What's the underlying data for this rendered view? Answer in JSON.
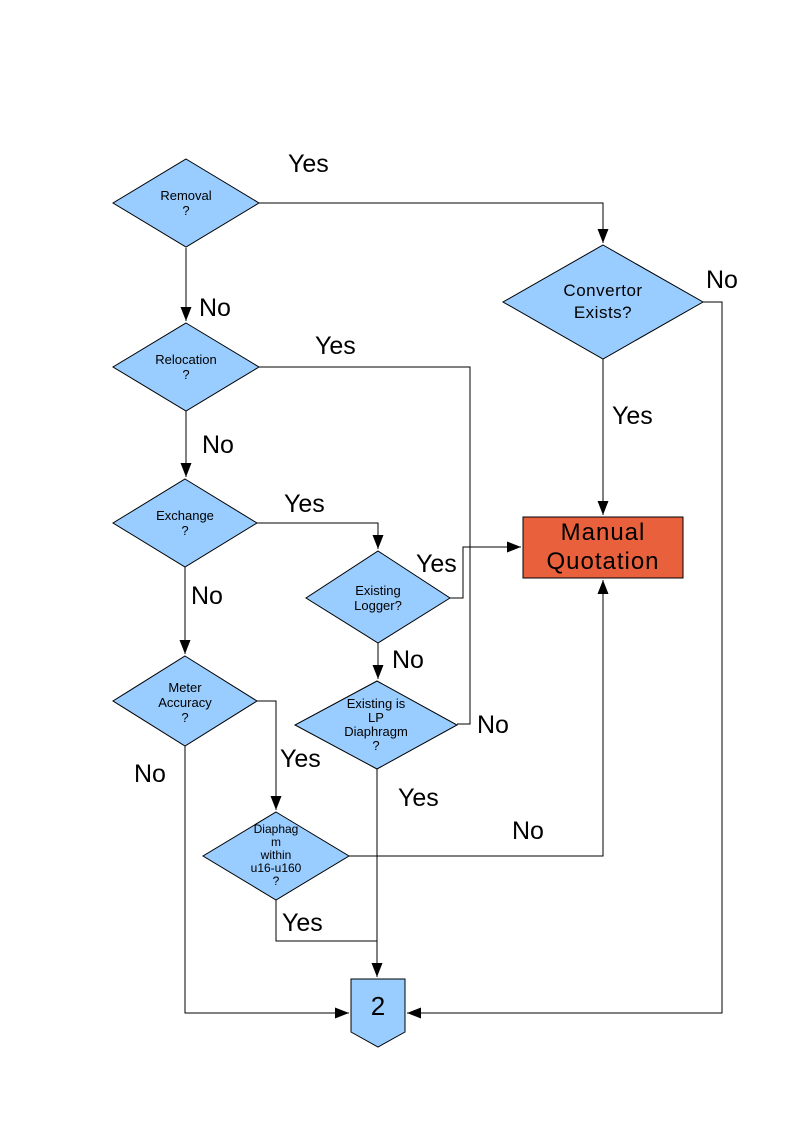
{
  "diagram": {
    "type": "flowchart",
    "colors": {
      "decision_fill": "#99CCFF",
      "process_fill": "#E8613C",
      "connector_fill": "#99CCFF",
      "line": "#000000",
      "text": "#000000"
    },
    "nodes": {
      "removal": {
        "shape": "decision",
        "label": "Removal\n?"
      },
      "relocation": {
        "shape": "decision",
        "label": "Relocation\n?"
      },
      "exchange": {
        "shape": "decision",
        "label": "Exchange\n?"
      },
      "convertor_exists": {
        "shape": "decision",
        "label": "Convertor\nExists?"
      },
      "existing_logger": {
        "shape": "decision",
        "label": "Existing\nLogger?"
      },
      "existing_lp_diaphragm": {
        "shape": "decision",
        "label": "Existing is\nLP\nDiaphragm\n?"
      },
      "meter_accuracy": {
        "shape": "decision",
        "label": "Meter\nAccuracy\n?"
      },
      "diaphragm_within_range": {
        "shape": "decision",
        "label": "Diaphag\nm\nwithin\nu16-u160\n?"
      },
      "manual_quotation": {
        "shape": "process",
        "label": "Manual\nQuotation"
      },
      "offpage_connector": {
        "shape": "offpage-connector",
        "label": "2"
      }
    },
    "edge_labels": {
      "removal_yes": "Yes",
      "removal_no": "No",
      "relocation_yes": "Yes",
      "relocation_no": "No",
      "exchange_yes": "Yes",
      "exchange_no": "No",
      "convertor_no": "No",
      "convertor_yes": "Yes",
      "logger_yes": "Yes",
      "logger_no": "No",
      "lp_no": "No",
      "lp_yes": "Yes",
      "meter_yes": "Yes",
      "meter_no": "No",
      "diaphragm_no": "No",
      "diaphragm_yes": "Yes"
    }
  }
}
